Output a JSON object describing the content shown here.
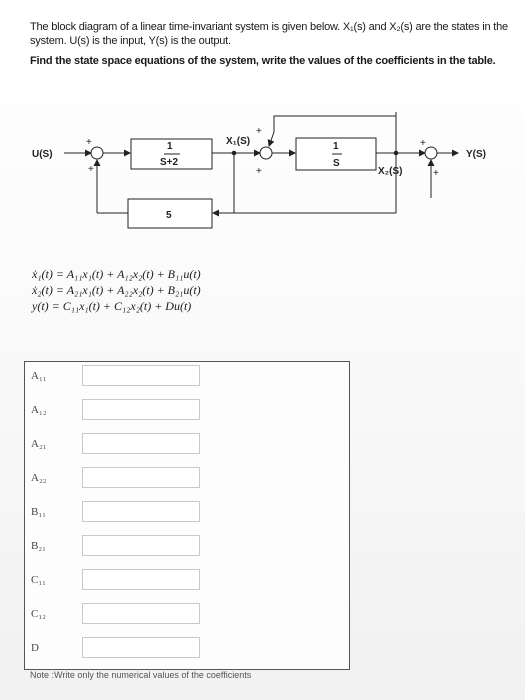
{
  "prompt": {
    "line1": "The block diagram of a linear time-invariant system is given below. X₁(s) and X₂(s) are the states in the system. U(s) is the input, Y(s) is the output.",
    "line2": "Find the state space equations of the system, write the values of the coefficients in the table."
  },
  "diagram": {
    "input_label": "U(S)",
    "output_label": "Y(S)",
    "block1_num": "1",
    "block1_den": "S+2",
    "integrator_num": "1",
    "integrator_den": "S",
    "feedback_gain": "5",
    "state1_label": "X₁(S)",
    "state2_label": "X₂(S)",
    "plus": "+",
    "minus": "−"
  },
  "equations": {
    "eq1": "ẋ₁(t) = A₁₁x₁(t) + A₁₂x₂(t) + B₁₁u(t)",
    "eq2": "ẋ₂(t) = A₂₁x₁(t) + A₂₂x₂(t) + B₂₁u(t)",
    "eq3": "y(t) = C₁₁x₁(t) + C₁₂x₂(t) + Du(t)"
  },
  "table": {
    "rows": [
      {
        "label": "A₁₁",
        "value": ""
      },
      {
        "label": "A₁₂",
        "value": ""
      },
      {
        "label": "A₂₁",
        "value": ""
      },
      {
        "label": "A₂₂",
        "value": ""
      },
      {
        "label": "B₁₁",
        "value": ""
      },
      {
        "label": "B₂₁",
        "value": ""
      },
      {
        "label": "C₁₁",
        "value": ""
      },
      {
        "label": "C₁₂",
        "value": ""
      },
      {
        "label": "D",
        "value": ""
      }
    ]
  },
  "note": "Note :Write only the numerical values of the coefficients"
}
